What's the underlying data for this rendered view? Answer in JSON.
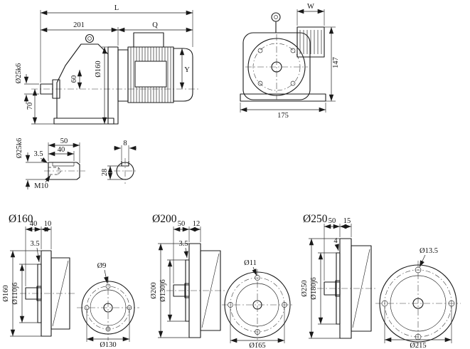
{
  "side_view": {
    "L": "L",
    "len_201": "201",
    "Q": "Q",
    "shaft_dia": "Ø25k6",
    "flange_dia": "Ø160",
    "h60": "60",
    "h70": "70",
    "Y": "Y"
  },
  "front_view": {
    "W": "W",
    "h147": "147",
    "w175": "175"
  },
  "shaft_detail": {
    "shaft_dia": "Ø25k6",
    "len50": "50",
    "len40": "40",
    "step35": "3.5",
    "thread": "M10",
    "key_width": "8",
    "key_height": "28"
  },
  "flanges": [
    {
      "title": "Ø160",
      "shaft_len": "40",
      "thickness": "10",
      "step": "3.5",
      "outer_dia": "Ø160",
      "spigot_dia": "Ø110j6",
      "hole_dia": "Ø9",
      "bolt_circle_dia": "Ø130"
    },
    {
      "title": "Ø200",
      "shaft_len": "50",
      "thickness": "12",
      "step": "3.5",
      "outer_dia": "Ø200",
      "spigot_dia": "Ø130j6",
      "hole_dia": "Ø11",
      "bolt_circle_dia": "Ø165"
    },
    {
      "title": "Ø250",
      "shaft_len": "50",
      "thickness": "15",
      "step": "4",
      "outer_dia": "Ø250",
      "spigot_dia": "Ø180j6",
      "hole_dia": "Ø13.5",
      "bolt_circle_dia": "Ø215"
    }
  ]
}
